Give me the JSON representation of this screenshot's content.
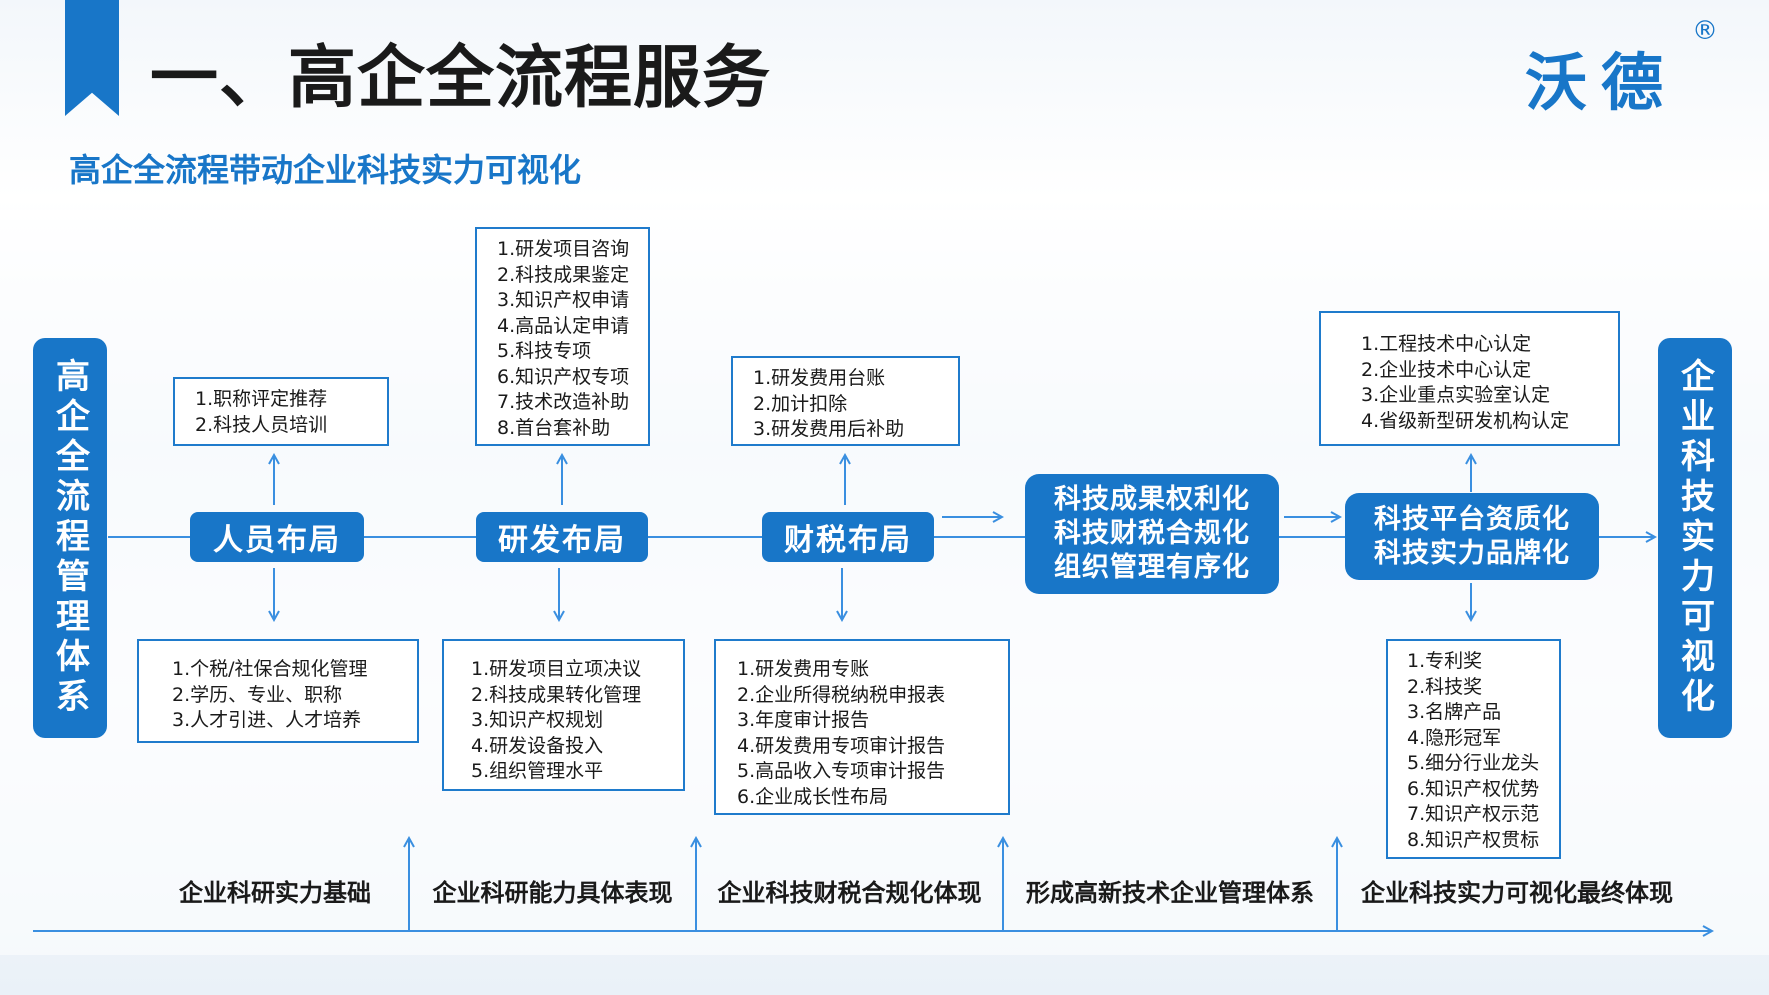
{
  "header": {
    "title": "一、高企全流程服务",
    "subtitle": "高企全流程带动企业科技实力可视化",
    "logo": "沃德",
    "registered_mark": "®"
  },
  "side": {
    "left": "高企全流程管理体系",
    "right": "企业科技实力可视化"
  },
  "nodes": {
    "personnel": "人员布局",
    "rnd": "研发布局",
    "finance": "财税布局",
    "tech_lines": [
      "科技成果权利化",
      "科技财税合规化",
      "组织管理有序化"
    ],
    "platform_lines": [
      "科技平台资质化",
      "科技实力品牌化"
    ]
  },
  "boxes": {
    "personnel_top": [
      "1.职称评定推荐",
      "2.科技人员培训"
    ],
    "personnel_bottom": [
      "1.个税/社保合规化管理",
      "2.学历、专业、职称",
      "3.人才引进、人才培养"
    ],
    "rnd_top": [
      "1.研发项目咨询",
      "2.科技成果鉴定",
      "3.知识产权申请",
      "4.高品认定申请",
      "5.科技专项",
      "6.知识产权专项",
      "7.技术改造补助",
      "8.首台套补助"
    ],
    "rnd_bottom": [
      "1.研发项目立项决议",
      "2.科技成果转化管理",
      "3.知识产权规划",
      "4.研发设备投入",
      "5.组织管理水平"
    ],
    "finance_top": [
      "1.研发费用台账",
      "2.加计扣除",
      "3.研发费用后补助"
    ],
    "finance_bottom": [
      "1.研发费用专账",
      "2.企业所得税纳税申报表",
      "3.年度审计报告",
      "4.研发费用专项审计报告",
      "5.高品收入专项审计报告",
      "6.企业成长性布局"
    ],
    "platform_top": [
      "1.工程技术中心认定",
      "2.企业技术中心认定",
      "3.企业重点实验室认定",
      "4.省级新型研发机构认定"
    ],
    "platform_bottom": [
      "1.专利奖",
      "2.科技奖",
      "3.名牌产品",
      "4.隐形冠军",
      "5.细分行业龙头",
      "6.知识产权优势",
      "7.知识产权示范",
      "8.知识产权贯标"
    ]
  },
  "bottom_labels": [
    "企业科研实力基础",
    "企业科研能力具体表现",
    "企业科技财税合规化体现",
    "形成高新技术企业管理体系",
    "企业科技实力可视化最终体现"
  ],
  "colors": {
    "primary": "#1876c8",
    "line": "#3a8fe0"
  }
}
